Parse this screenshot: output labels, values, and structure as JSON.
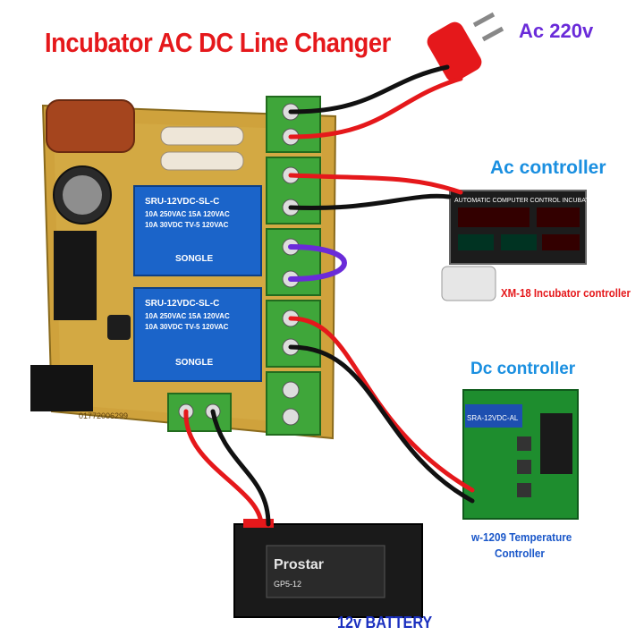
{
  "title": "Incubator AC DC Line Changer",
  "labels": {
    "ac_supply": "Ac 220v",
    "ac_controller": "Ac controller",
    "xm18": "XM-18 Incubator controller",
    "dc_controller": "Dc controller",
    "w1209_line1": "w-1209 Temperature",
    "w1209_line2": "Controller",
    "battery": "12v BATTERY"
  },
  "pcb": {
    "relay_model": "SRU-12VDC-SL-C",
    "relay_rating1": "10A 250VAC  15A 120VAC",
    "relay_rating2": "10A 30VDC  TV-5 120VAC",
    "relay_brand": "SONGLE",
    "phone": "01772006299"
  },
  "ac_controller_device": {
    "header": "AUTOMATIC COMPUTER CONTROL INCUBATOR"
  },
  "dc_controller_device": {
    "relay_text": "SRA-12VDC-AL"
  },
  "battery_device": {
    "brand": "Prostar",
    "model": "GP5-12"
  },
  "colors": {
    "title": "#e5181b",
    "accent_blue": "#1a8fe0",
    "purple": "#6a2bd9",
    "wire_red": "#e5181b",
    "wire_black": "#111111",
    "jumper": "#6a2bd9"
  }
}
